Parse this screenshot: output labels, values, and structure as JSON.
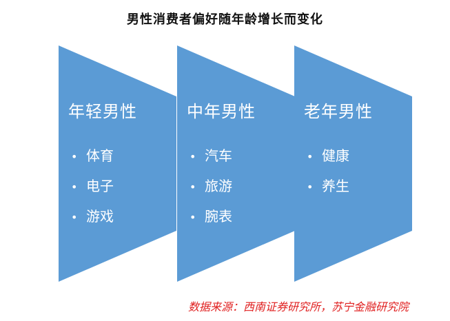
{
  "title": "男性消费者偏好随年龄增长而变化",
  "colors": {
    "panel_fill": "#5b9bd5",
    "panel_text": "#ffffff",
    "source_text": "#e02020"
  },
  "panels": [
    {
      "heading": "年轻男性",
      "items": [
        "体育",
        "电子",
        "游戏"
      ]
    },
    {
      "heading": "中年男性",
      "items": [
        "汽车",
        "旅游",
        "腕表"
      ]
    },
    {
      "heading": "老年男性",
      "items": [
        "健康",
        "养生"
      ]
    }
  ],
  "bullet_glyph": "•",
  "source": "数据来源：西南证券研究所，苏宁金融研究院"
}
